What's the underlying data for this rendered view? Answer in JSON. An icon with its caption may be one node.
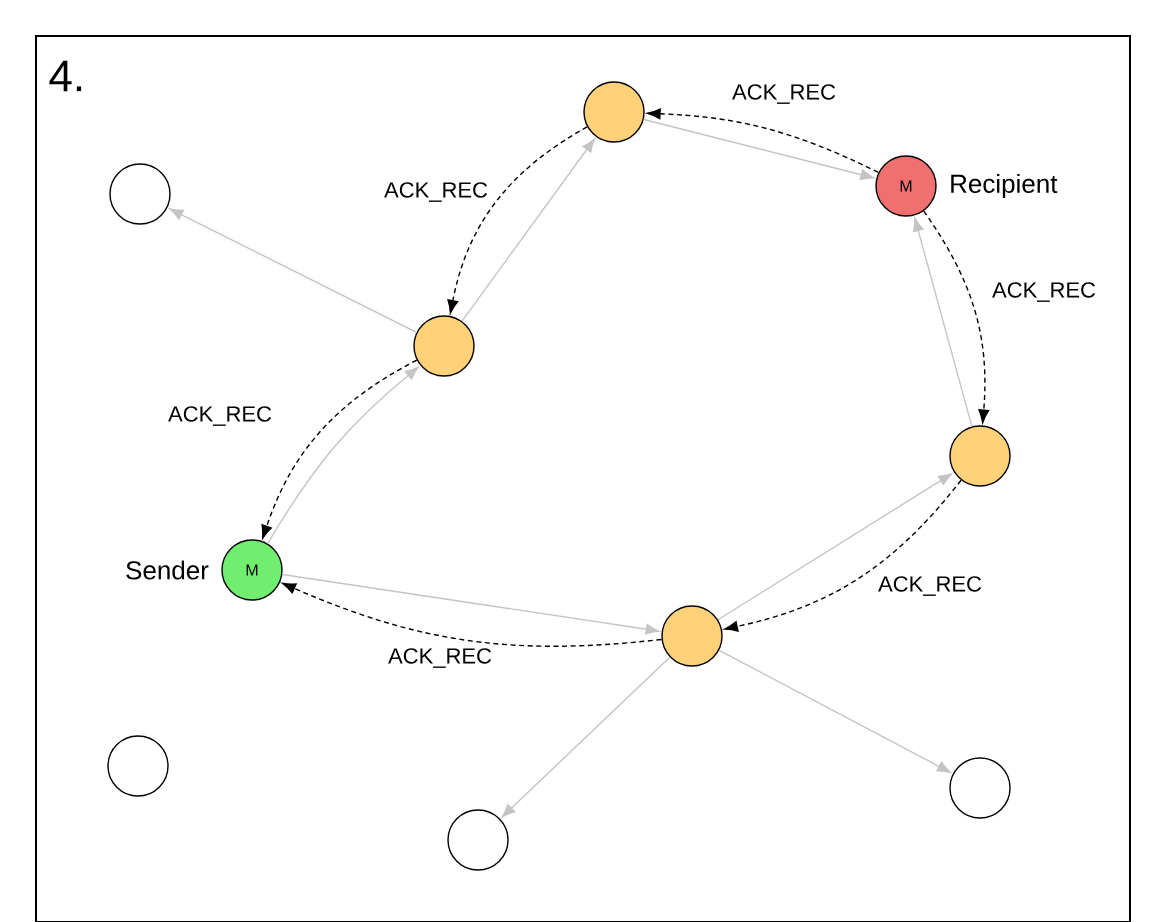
{
  "diagram": {
    "nodes": [
      {
        "text": [],
        "shape": "circle"
      },
      {
        "text": [],
        "shape": "circle"
      },
      {
        "text": [
          "M"
        ],
        "beside": [
          "Recipient"
        ]
      },
      {
        "text": [],
        "shape": "circle"
      },
      {
        "text": [],
        "shape": "circle"
      },
      {
        "text": [
          "M"
        ],
        "beside": [
          "Sender"
        ]
      },
      {
        "text": [],
        "shape": "circle"
      },
      {
        "text": [],
        "shape": "circle"
      },
      {
        "text": [],
        "shape": "circle"
      },
      {
        "text": [],
        "shape": "circle"
      }
    ],
    "edges": [
      {
        "from": 3,
        "to": 1,
        "arrow": "to"
      },
      {
        "from": 3,
        "to": 0,
        "arrow": "to"
      },
      {
        "from": 0,
        "to": 2,
        "arrow": "to"
      },
      {
        "from": 2,
        "to": 0,
        "arrow": "to",
        "label": "ACK_REC",
        "style": "dashed",
        "color": "#000000"
      },
      {
        "from": 0,
        "to": 3,
        "arrow": "to",
        "label": "ACK_REC",
        "style": "dashed",
        "color": "#000000"
      },
      {
        "from": 5,
        "to": 3,
        "arrow": "to"
      },
      {
        "from": 3,
        "to": 5,
        "arrow": "to",
        "label": "ACK_REC",
        "style": "dashed",
        "color": "#000000"
      },
      {
        "from": 4,
        "to": 2,
        "arrow": "to"
      },
      {
        "from": 2,
        "to": 4,
        "arrow": "to",
        "label": "ACK_REC",
        "style": "dashed",
        "color": "#000000"
      },
      {
        "from": 4,
        "to": 6,
        "arrow": "to",
        "label": "ACK_REC",
        "style": "dashed",
        "color": "#000000"
      },
      {
        "from": 6,
        "to": 4,
        "arrow": "to"
      },
      {
        "from": 5,
        "to": 6,
        "arrow": "to"
      },
      {
        "from": 6,
        "to": 5,
        "arrow": "to",
        "label": "ACK_REC",
        "style": "dashed",
        "color": "#000000"
      },
      {
        "from": 6,
        "to": 9,
        "arrow": "to"
      },
      {
        "from": 6,
        "to": 8,
        "arrow": "to"
      }
    ],
    "labels": [
      "4."
    ]
  }
}
